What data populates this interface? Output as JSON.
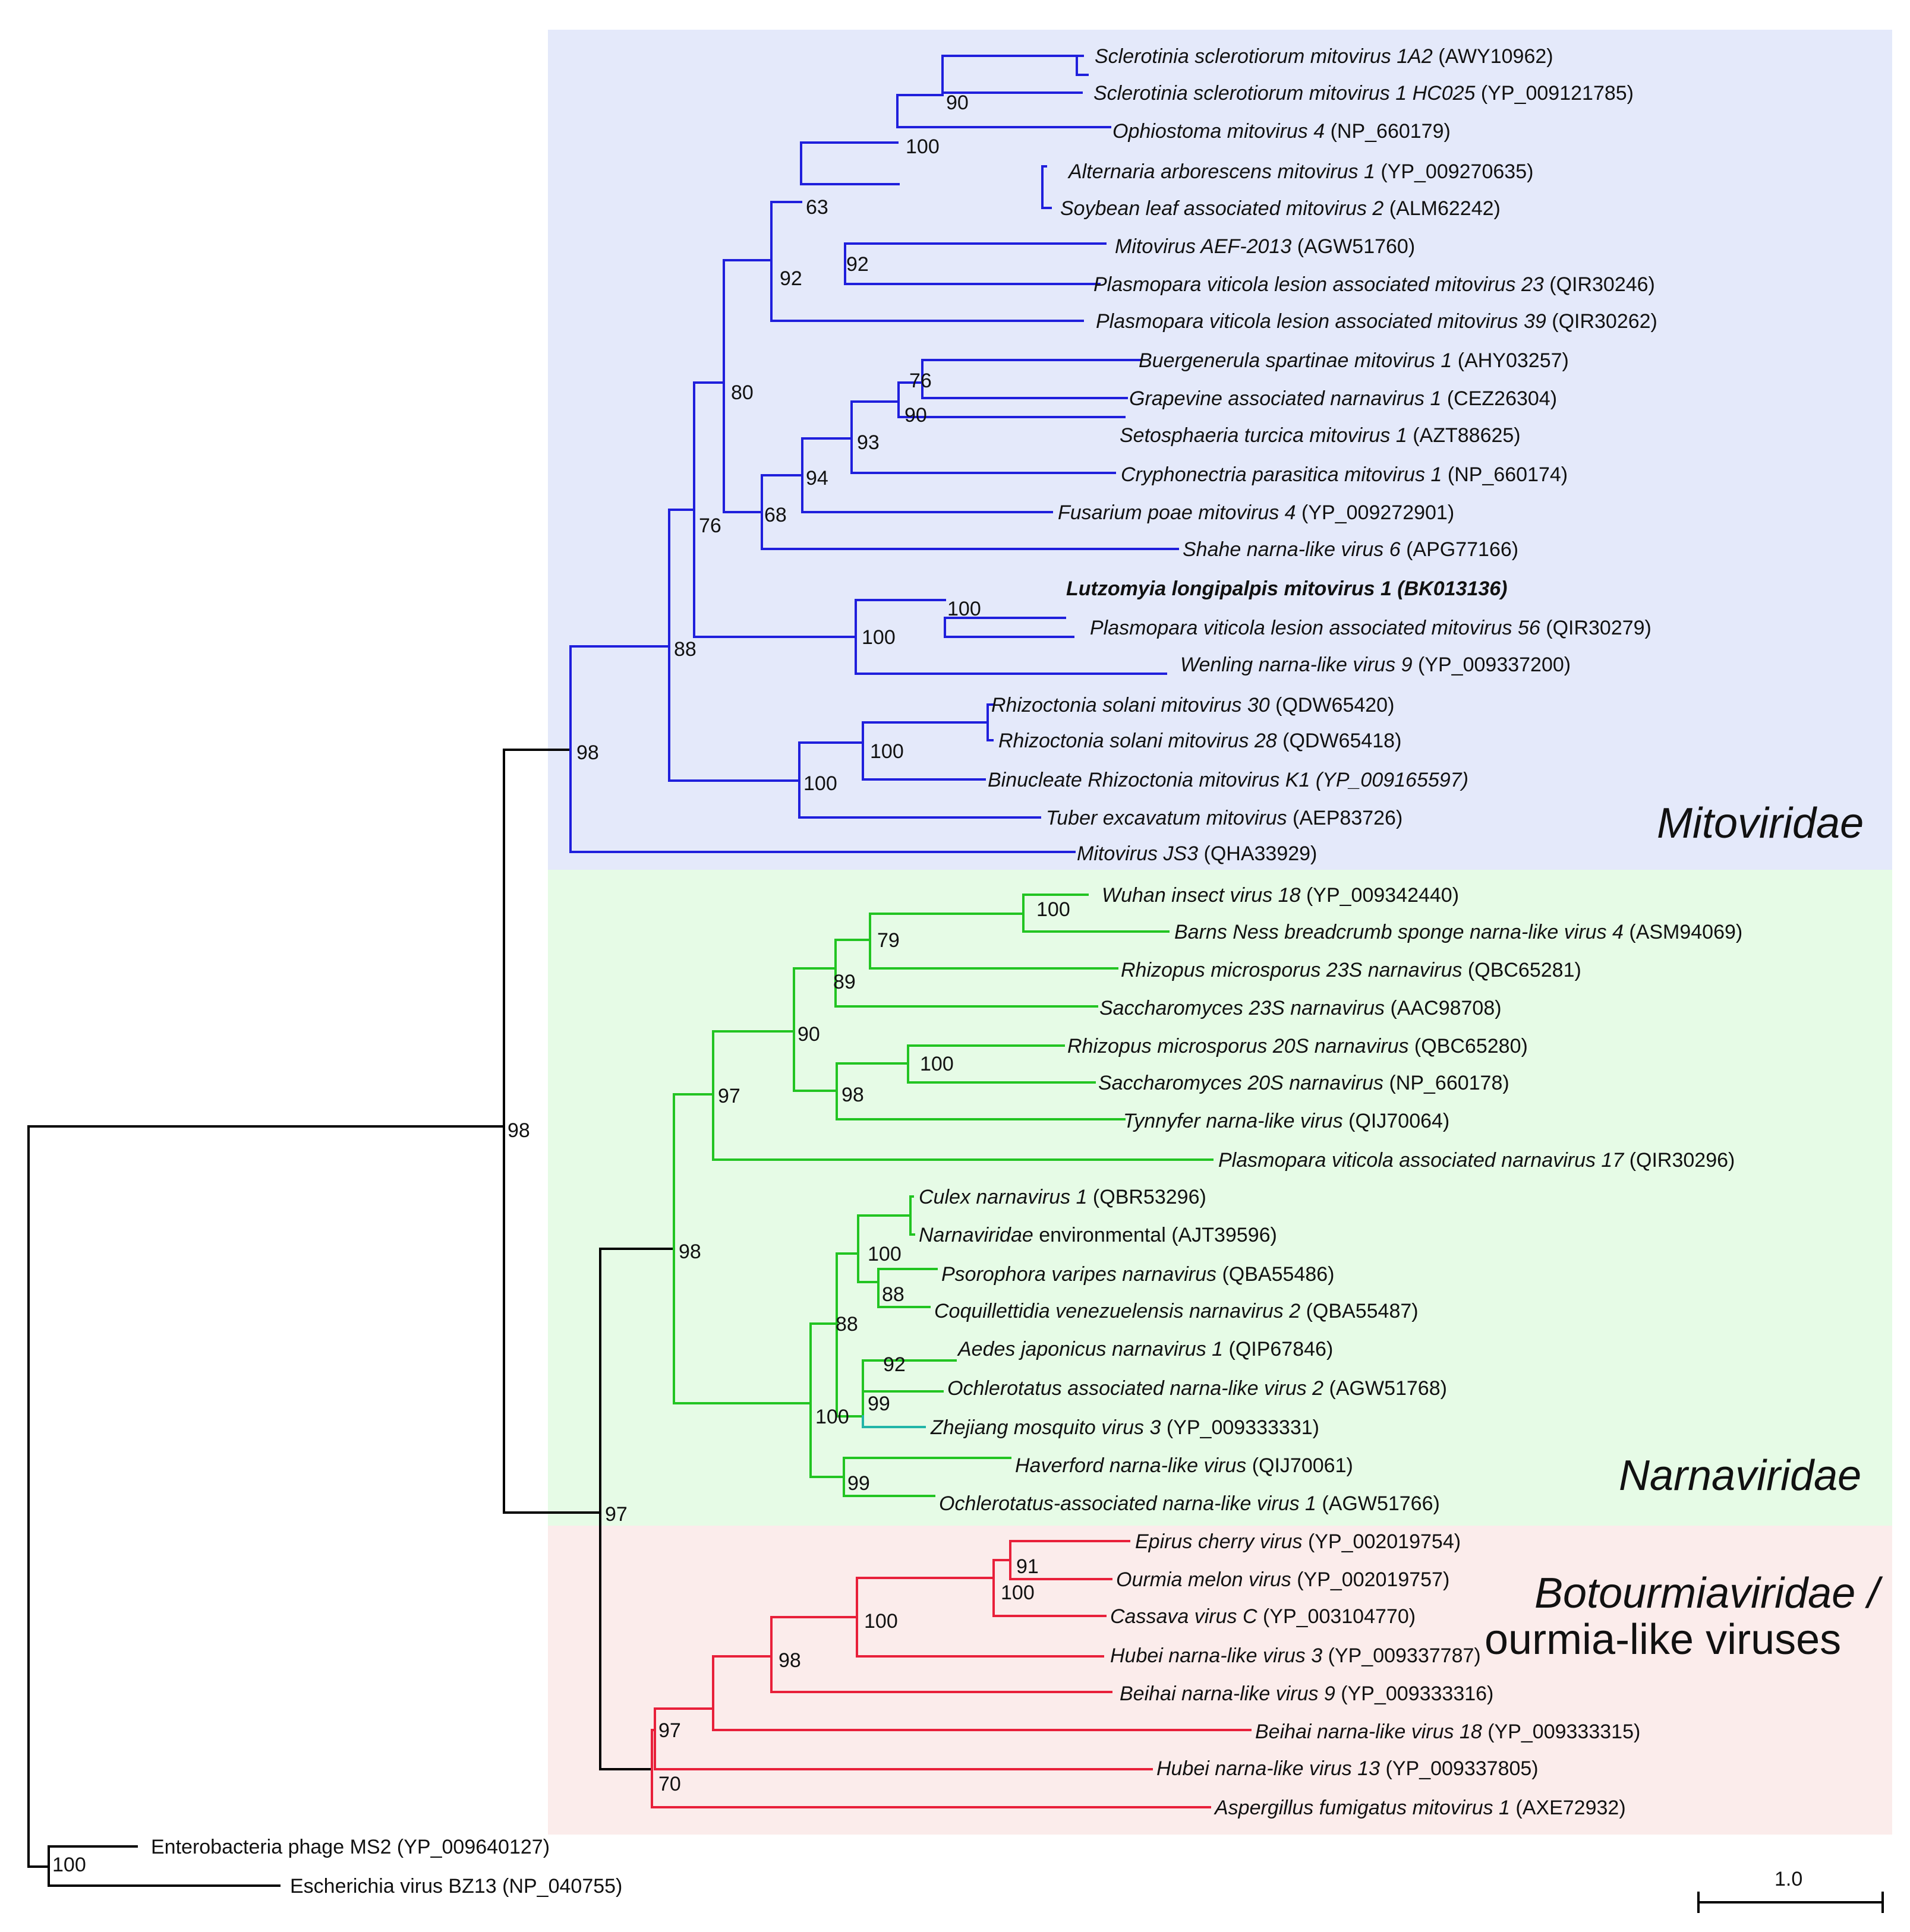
{
  "groups": {
    "mitoviridae": "Mitoviridae",
    "narnaviridae": "Narnaviridae",
    "botourmia_line1": "Botourmiaviridae /",
    "botourmia_line2": "ourmia-like viruses"
  },
  "colors": {
    "mitoviridae_bg": "#e4e9fa",
    "narnaviridae_bg": "#e6fbe6",
    "botourmia_bg": "#fbeceb",
    "mitoviridae_branch": "#1f1fdc",
    "narnaviridae_branch": "#22c422",
    "botourmia_branch": "#e8203a",
    "zhejiang_branch": "#22b5a8",
    "root_branch": "#000000"
  },
  "scale_bar": {
    "label": "1.0"
  },
  "tips": [
    {
      "it": "Sclerotinia sclerotiorum mitovirus 1A2",
      "acc": " (AWY10962)"
    },
    {
      "it": "Sclerotinia sclerotiorum mitovirus 1 HC025",
      "acc": " (YP_009121785)"
    },
    {
      "it": "Ophiostoma mitovirus 4",
      "acc": " (NP_660179)"
    },
    {
      "it": "Alternaria arborescens mitovirus 1",
      "acc": " (YP_009270635)"
    },
    {
      "it": "Soybean leaf associated mitovirus 2",
      "acc": " (ALM62242)"
    },
    {
      "it": "Mitovirus AEF-2013",
      "acc": " (AGW51760)"
    },
    {
      "it": "Plasmopara viticola lesion associated mitovirus 23",
      "acc": " (QIR30246)"
    },
    {
      "it": "Plasmopara viticola lesion associated mitovirus 39",
      "acc": " (QIR30262)"
    },
    {
      "it": "Buergenerula spartinae mitovirus 1",
      "acc": " (AHY03257)"
    },
    {
      "it": "Grapevine associated narnavirus 1",
      "acc": " (CEZ26304)"
    },
    {
      "it": "Setosphaeria turcica mitovirus 1",
      "acc": " (AZT88625)"
    },
    {
      "it": "Cryphonectria parasitica mitovirus 1",
      "acc": " (NP_660174)"
    },
    {
      "it": "Fusarium poae mitovirus 4",
      "acc": " (YP_009272901)"
    },
    {
      "it": "Shahe narna-like virus 6",
      "acc": " (APG77166)"
    },
    {
      "it": "Lutzomyia longipalpis mitovirus 1 (BK013136)",
      "acc": "",
      "bold": true
    },
    {
      "it": "Plasmopara viticola lesion associated mitovirus 56",
      "acc": " (QIR30279)"
    },
    {
      "it": "Wenling narna-like virus 9",
      "acc": " (YP_009337200)"
    },
    {
      "it": "Rhizoctonia solani mitovirus 30",
      "acc": " (QDW65420)"
    },
    {
      "it": "Rhizoctonia solani mitovirus 28",
      "acc": " (QDW65418)"
    },
    {
      "it": "Binucleate Rhizoctonia mitovirus K1 (YP_009165597)",
      "acc": ""
    },
    {
      "it": "Tuber excavatum mitovirus",
      "acc": " (AEP83726)"
    },
    {
      "it": "Mitovirus JS3",
      "acc": " (QHA33929)"
    },
    {
      "it": "Wuhan insect virus 18",
      "acc": " (YP_009342440)"
    },
    {
      "it": "Barns Ness breadcrumb sponge narna-like virus 4",
      "acc": " (ASM94069)"
    },
    {
      "it": "Rhizopus microsporus 23S narnavirus",
      "acc": " (QBC65281)"
    },
    {
      "it": "Saccharomyces 23S narnavirus",
      "acc": " (AAC98708)"
    },
    {
      "it": "Rhizopus microsporus 20S narnavirus",
      "acc": " (QBC65280)"
    },
    {
      "it": "Saccharomyces 20S narnavirus",
      "acc": " (NP_660178)"
    },
    {
      "it": "Tynnyfer narna-like virus",
      "acc": " (QIJ70064)"
    },
    {
      "it": "Plasmopara viticola associated narnavirus 17",
      "acc": " (QIR30296)"
    },
    {
      "it": "Culex narnavirus 1",
      "acc": " (QBR53296)"
    },
    {
      "it": "Narnaviridae",
      "acc": " environmental (AJT39596)"
    },
    {
      "it": "Psorophora varipes narnavirus",
      "acc": " (QBA55486)"
    },
    {
      "it": "Coquillettidia venezuelensis narnavirus 2",
      "acc": " (QBA55487)"
    },
    {
      "it": "Aedes japonicus narnavirus 1",
      "acc": " (QIP67846)"
    },
    {
      "it": "Ochlerotatus associated narna-like virus 2",
      "acc": " (AGW51768)"
    },
    {
      "it": "Zhejiang mosquito virus 3",
      "acc": " (YP_009333331)"
    },
    {
      "it": "Haverford narna-like virus",
      "acc": " (QIJ70061)"
    },
    {
      "it": "Ochlerotatus-associated narna-like virus 1",
      "acc": " (AGW51766)"
    },
    {
      "it": "Epirus cherry virus",
      "acc": " (YP_002019754)"
    },
    {
      "it": "Ourmia melon virus",
      "acc": " (YP_002019757)"
    },
    {
      "it": "Cassava virus C",
      "acc": " (YP_003104770)"
    },
    {
      "it": "Hubei narna-like virus 3",
      "acc": " (YP_009337787)"
    },
    {
      "it": "Beihai narna-like virus 9",
      "acc": " (YP_009333316)"
    },
    {
      "it": "Beihai narna-like virus 18",
      "acc": " (YP_009333315)"
    },
    {
      "it": "Hubei narna-like virus 13",
      "acc": " (YP_009337805)"
    },
    {
      "it": "Aspergillus fumigatus mitovirus 1",
      "acc": " (AXE72932)"
    },
    {
      "it": "",
      "acc": "Enterobacteria phage MS2 (YP_009640127)"
    },
    {
      "it": "",
      "acc": "Escherichia virus BZ13 (NP_040755)"
    }
  ],
  "bootstraps": [
    "90",
    "100",
    "63",
    "92",
    "92",
    "80",
    "76",
    "90",
    "93",
    "94",
    "68",
    "76",
    "100",
    "100",
    "88",
    "100",
    "100",
    "98",
    "100",
    "79",
    "89",
    "90",
    "100",
    "98",
    "97",
    "100",
    "88",
    "88",
    "92",
    "99",
    "100",
    "99",
    "98",
    "98",
    "91",
    "100",
    "100",
    "98",
    "97",
    "70",
    "97",
    "100"
  ]
}
